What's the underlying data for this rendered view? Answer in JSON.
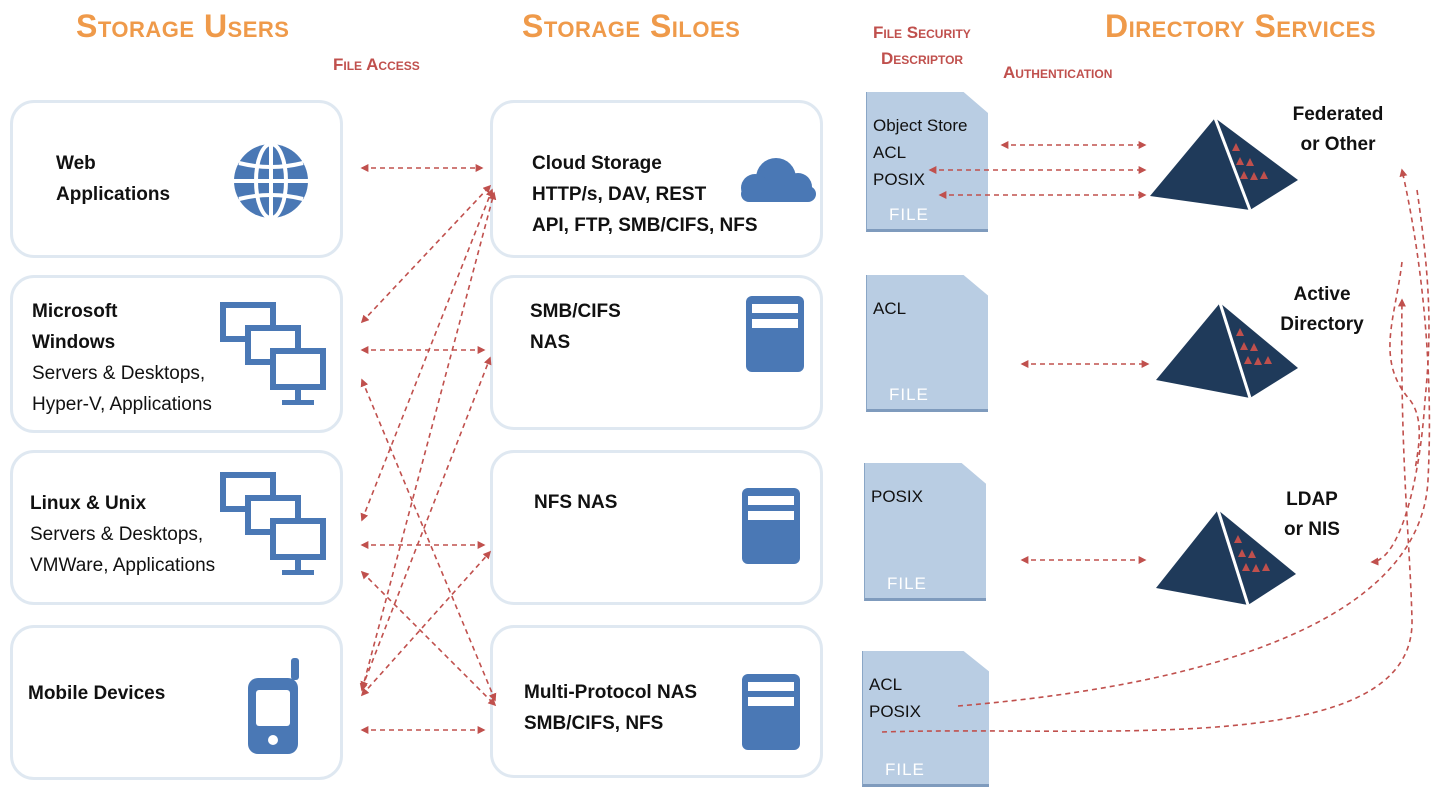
{
  "headers": {
    "storage_users": "Storage Users",
    "storage_siloes": "Storage Siloes",
    "directory_services": "Directory Services"
  },
  "labels": {
    "file_access": "File Access",
    "file_security_line1": "File Security",
    "file_security_line2": "Descriptor",
    "authentication": "Authentication"
  },
  "users": {
    "web": {
      "line1": "Web",
      "line2": "Applications"
    },
    "windows": {
      "line1": "Microsoft",
      "line2": "Windows",
      "line3": "Servers & Desktops,",
      "line4": "Hyper-V, Applications"
    },
    "linux": {
      "line1": "Linux & Unix",
      "line2": "Servers & Desktops,",
      "line3": "VMWare, Applications"
    },
    "mobile": {
      "line1": "Mobile Devices"
    }
  },
  "siloes": {
    "cloud": {
      "line1": "Cloud Storage",
      "line2": "HTTP/s, DAV, REST",
      "line3": "API, FTP, SMB/CIFS, NFS"
    },
    "smb": {
      "line1": "SMB/CIFS",
      "line2": "NAS"
    },
    "nfs": {
      "line1": "NFS NAS"
    },
    "multi": {
      "line1": "Multi-Protocol NAS",
      "line2": "SMB/CIFS, NFS"
    }
  },
  "files": {
    "f1": {
      "lines": [
        "Object Store",
        "ACL",
        "POSIX"
      ],
      "label": "FILE"
    },
    "f2": {
      "lines": [
        "ACL"
      ],
      "label": "FILE"
    },
    "f3": {
      "lines": [
        "POSIX"
      ],
      "label": "FILE"
    },
    "f4": {
      "lines": [
        "ACL",
        "POSIX"
      ],
      "label": "FILE"
    }
  },
  "directories": {
    "federated": {
      "line1": "Federated",
      "line2": "or  Other"
    },
    "active": {
      "line1": "Active",
      "line2": "Directory"
    },
    "ldap": {
      "line1": "LDAP",
      "line2": "or NIS"
    }
  },
  "colors": {
    "header": "#ef9a4a",
    "arrow": "#c0504d",
    "icon_blue": "#4a78b5",
    "file_fill": "#b9cde3",
    "pyramid": "#1f3a5a"
  },
  "icons": [
    "globe-icon",
    "monitors-icon",
    "mobile-phone-icon",
    "cloud-icon",
    "server-icon",
    "pyramid-icon"
  ]
}
